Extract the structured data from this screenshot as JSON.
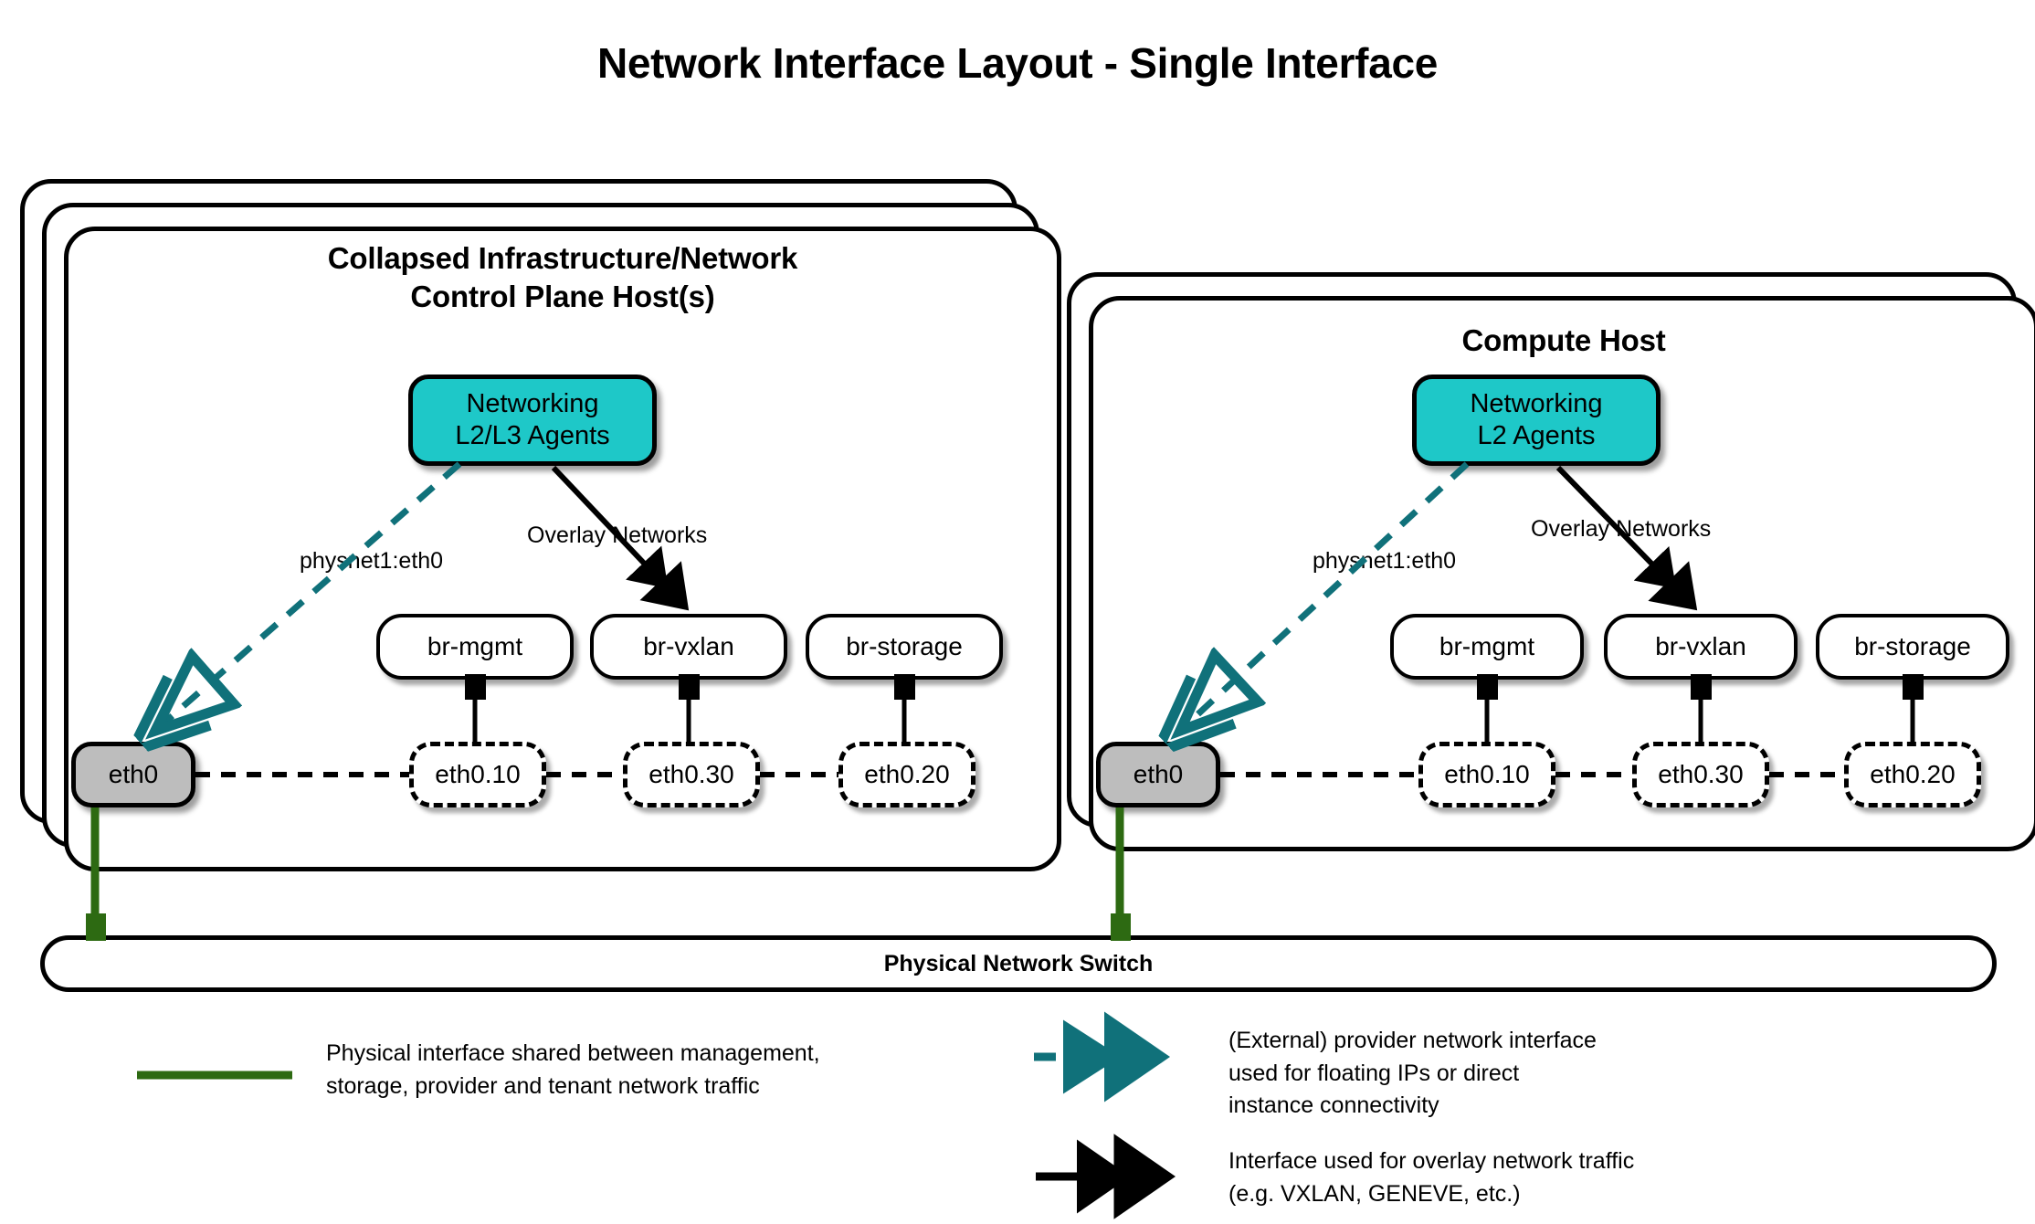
{
  "title": "Network Interface Layout - Single Interface",
  "colors": {
    "agent_fill": "#1ec8c8",
    "eth0_fill": "#bdbdbd",
    "provider_teal": "#10717a",
    "physical_green": "#2d6a12",
    "stroke": "#000000"
  },
  "hosts": [
    {
      "id": "control-plane-host",
      "title": "Collapsed Infrastructure/Network\nControl Plane Host(s)",
      "stack_layers": 3,
      "agent": {
        "label": "Networking\nL2/L3 Agents"
      },
      "edge_labels": {
        "provider": "physnet1:eth0",
        "overlay": "Overlay Networks"
      },
      "bridges": [
        {
          "label": "br-mgmt"
        },
        {
          "label": "br-vxlan"
        },
        {
          "label": "br-storage"
        }
      ],
      "physical_nic": {
        "label": "eth0"
      },
      "vlan_interfaces": [
        {
          "label": "eth0.10"
        },
        {
          "label": "eth0.30"
        },
        {
          "label": "eth0.20"
        }
      ]
    },
    {
      "id": "compute-host",
      "title": "Compute Host",
      "stack_layers": 2,
      "agent": {
        "label": "Networking\nL2 Agents"
      },
      "edge_labels": {
        "provider": "physnet1:eth0",
        "overlay": "Overlay Networks"
      },
      "bridges": [
        {
          "label": "br-mgmt"
        },
        {
          "label": "br-vxlan"
        },
        {
          "label": "br-storage"
        }
      ],
      "physical_nic": {
        "label": "eth0"
      },
      "vlan_interfaces": [
        {
          "label": "eth0.10"
        },
        {
          "label": "eth0.30"
        },
        {
          "label": "eth0.20"
        }
      ]
    }
  ],
  "switch": {
    "label": "Physical Network Switch"
  },
  "legend": [
    {
      "id": "physical-interface",
      "marker": "solid-green-line",
      "text": "Physical interface shared between management,\nstorage, provider and tenant network traffic"
    },
    {
      "id": "provider-interface",
      "marker": "dashed-teal-double-arrow",
      "text": "(External) provider network interface\nused for floating IPs or direct\ninstance connectivity"
    },
    {
      "id": "overlay-interface",
      "marker": "solid-black-double-arrow",
      "text": "Interface used for overlay network traffic\n(e.g. VXLAN, GENEVE, etc.)"
    }
  ]
}
